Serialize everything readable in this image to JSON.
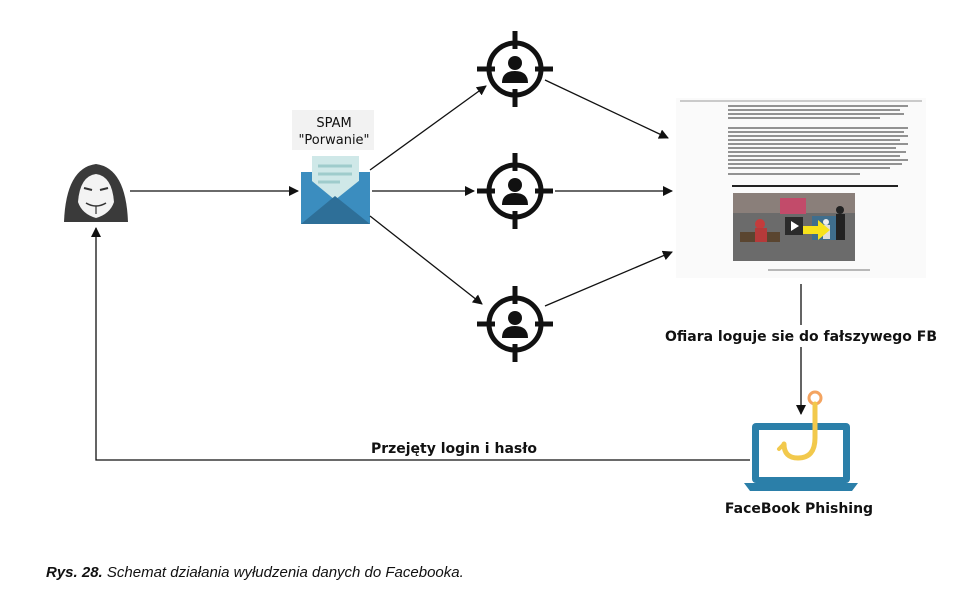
{
  "diagram": {
    "spam_label_line1": "SPAM",
    "spam_label_line2": "\"Porwanie\"",
    "victim_action_label": "Ofiara loguje sie do fałszywego FB",
    "stolen_credentials_label": "Przejęty login i hasło",
    "phishing_label": "FaceBook Phishing"
  },
  "caption": {
    "number": "Rys. 28.",
    "text": "Schemat działania wyłudzenia danych do Facebooka."
  },
  "colors": {
    "envelope": "#3b8dbf",
    "envelope_dark": "#2e6f98",
    "letter": "#cfe8e8",
    "laptop_frame": "#2b7fa9",
    "laptop_screen": "#ffffff",
    "hook": "#f2c94c",
    "hook_ring": "#f4a460",
    "target": "#111111"
  },
  "icons": [
    "hacker-icon",
    "envelope-icon",
    "target-user-icon",
    "laptop-phishing-icon",
    "fake-news-document"
  ]
}
